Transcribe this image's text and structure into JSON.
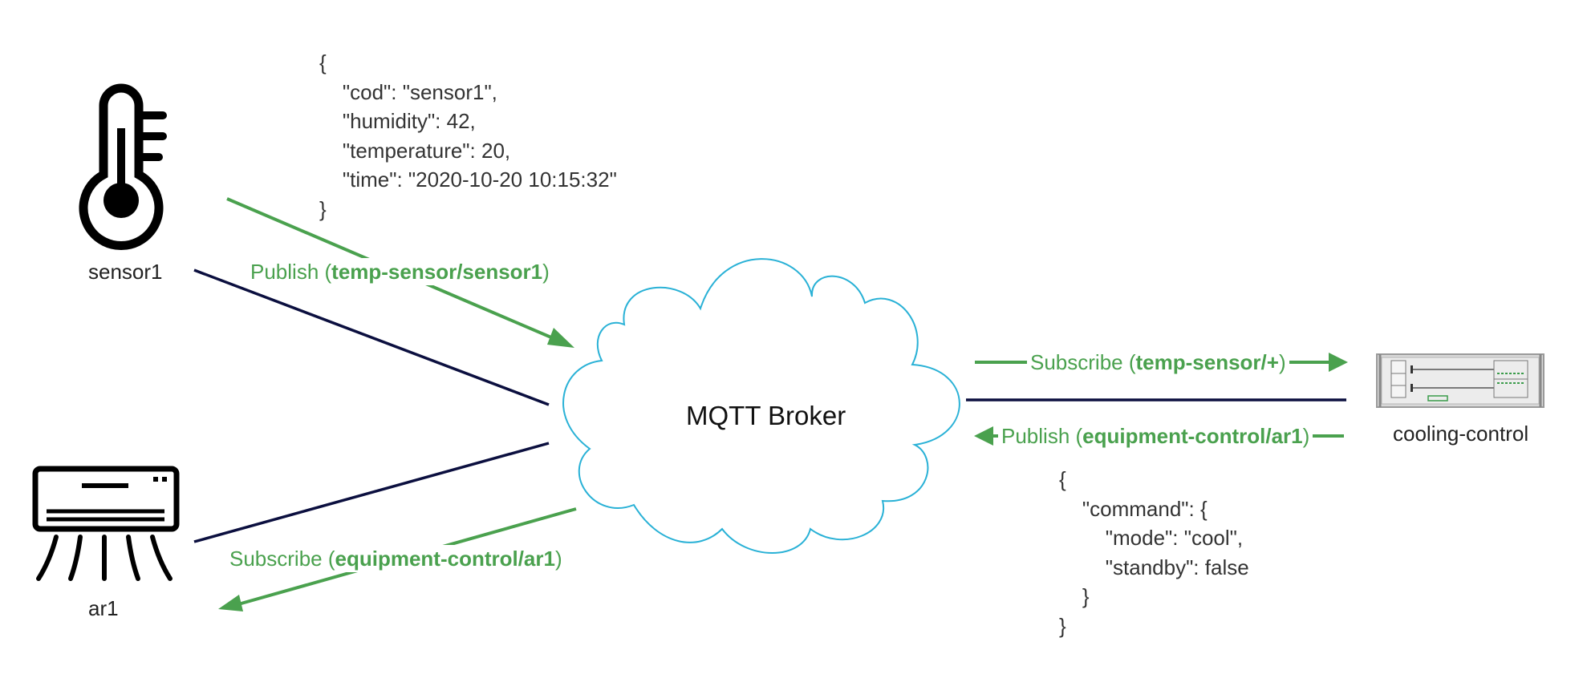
{
  "nodes": {
    "sensor": {
      "label": "sensor1",
      "icon": "thermometer-icon"
    },
    "aircon": {
      "label": "ar1",
      "icon": "air-conditioner-icon"
    },
    "broker": {
      "label": "MQTT Broker",
      "icon": "cloud-icon"
    },
    "cooling": {
      "label": "cooling-control",
      "icon": "server-rack-icon"
    }
  },
  "edges": {
    "sensor_publish": {
      "prefix": "Publish (",
      "topic": "temp-sensor/sensor1",
      "suffix": ")"
    },
    "ar_subscribe": {
      "prefix": "Subscribe (",
      "topic": "equipment-control/ar1",
      "suffix": ")"
    },
    "cooling_subscribe": {
      "prefix": "Subscribe (",
      "topic": "temp-sensor/+",
      "suffix": ")"
    },
    "cooling_publish": {
      "prefix": "Publish (",
      "topic": "equipment-control/ar1",
      "suffix": ")"
    }
  },
  "payloads": {
    "sensor_message": "{\n    \"cod\": \"sensor1\",\n    \"humidity\": 42,\n    \"temperature\": 20,\n    \"time\": \"2020-10-20 10:15:32\"\n}",
    "command_message": "{\n    \"command\": {\n        \"mode\": \"cool\",\n        \"standby\": false\n    }\n}"
  },
  "colors": {
    "connection": "#0b0f3f",
    "message_arrow": "#4aa14e",
    "cloud_outline": "#29b1d6",
    "icon": "#000000"
  }
}
